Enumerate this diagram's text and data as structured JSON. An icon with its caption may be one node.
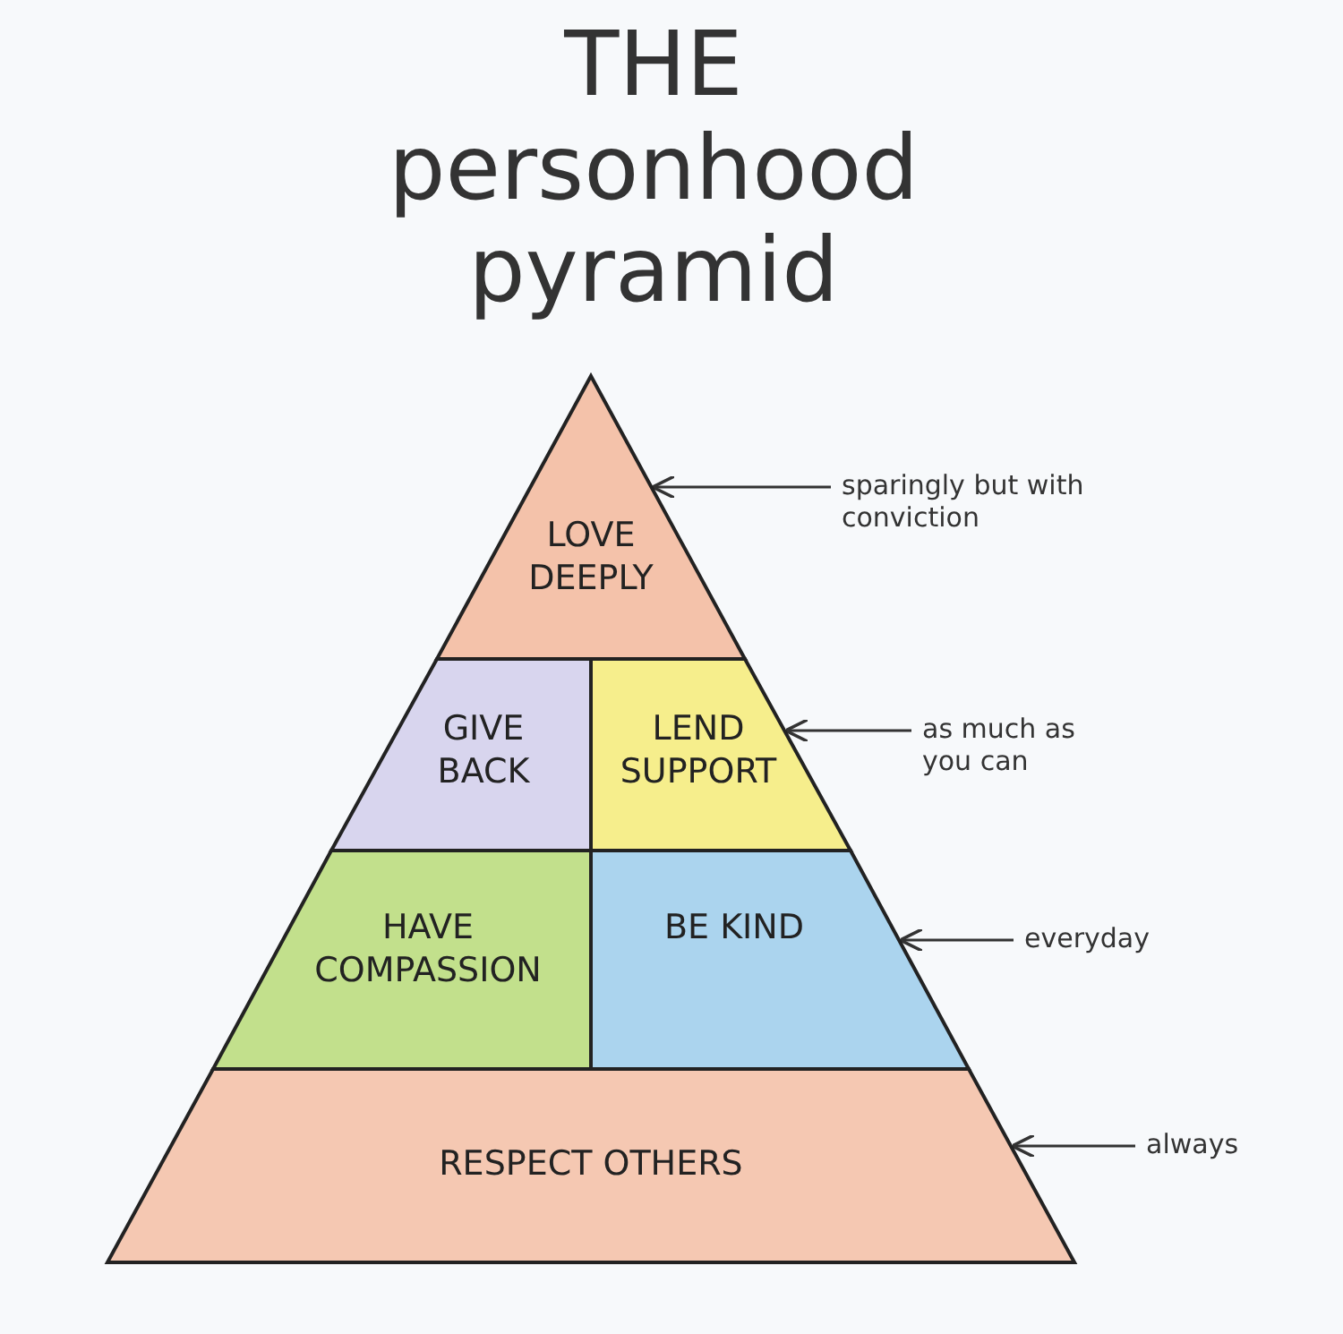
{
  "diagram": {
    "title": "THE personhood pyramid",
    "nodes": [
      {
        "text": [
          "LOVE DEEPLY"
        ]
      },
      {
        "text": [
          "GIVE BACK"
        ]
      },
      {
        "text": [
          "LEND SUPPORT"
        ]
      },
      {
        "text": [
          "HAVE COMPASSION"
        ]
      },
      {
        "text": [
          "BE KIND"
        ]
      },
      {
        "text": [
          "RESPECT OTHERS"
        ]
      },
      {
        "text": [
          "sparingly but with conviction"
        ]
      },
      {
        "text": [
          "as much as you can"
        ]
      },
      {
        "text": [
          "everyday"
        ]
      },
      {
        "text": [
          "always"
        ]
      }
    ],
    "edges": [
      {
        "from": 6,
        "to": 0,
        "arrow": "to"
      },
      {
        "from": 7,
        "to": 2,
        "arrow": "to"
      },
      {
        "from": 8,
        "to": 4,
        "arrow": "to"
      },
      {
        "from": 9,
        "to": 5,
        "arrow": "to"
      }
    ]
  }
}
